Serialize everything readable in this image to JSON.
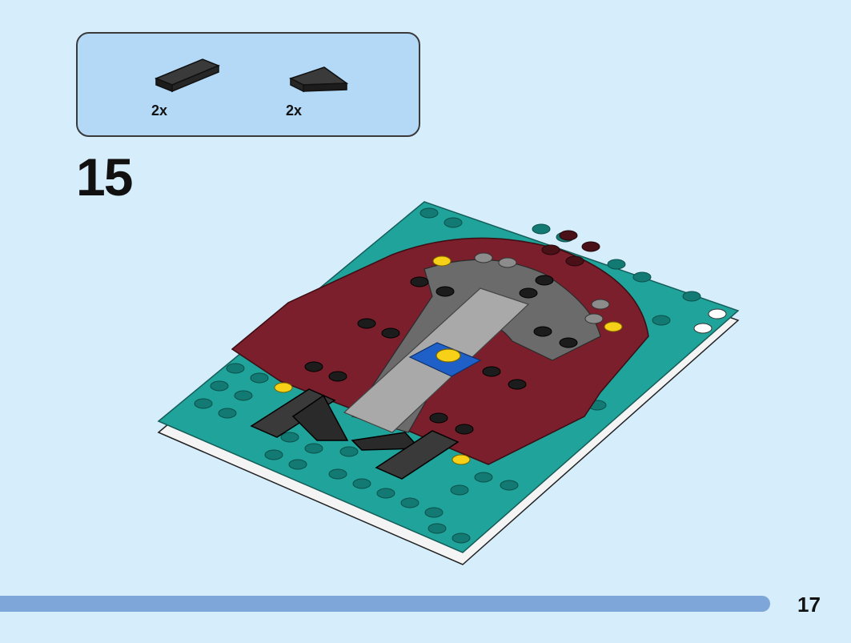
{
  "parts_list": [
    {
      "name": "black-tile-1x2",
      "quantity": "2x",
      "color": "#2a2a2a"
    },
    {
      "name": "black-wedge-tile",
      "quantity": "2x",
      "color": "#2a2a2a"
    }
  ],
  "step": {
    "number": "15"
  },
  "page": {
    "number": "17"
  },
  "colors": {
    "background": "#d6edfc",
    "parts_box": "#b4d9f7",
    "teal": "#1fa39a",
    "dark_red": "#7a1f2b",
    "grey": "#a9a9a9",
    "dark_grey": "#6b6b6b",
    "black": "#2a2a2a",
    "yellow": "#f7d117",
    "blue": "#1f5fc8",
    "white": "#f4f4f4",
    "progress": "#7ea6d9"
  }
}
